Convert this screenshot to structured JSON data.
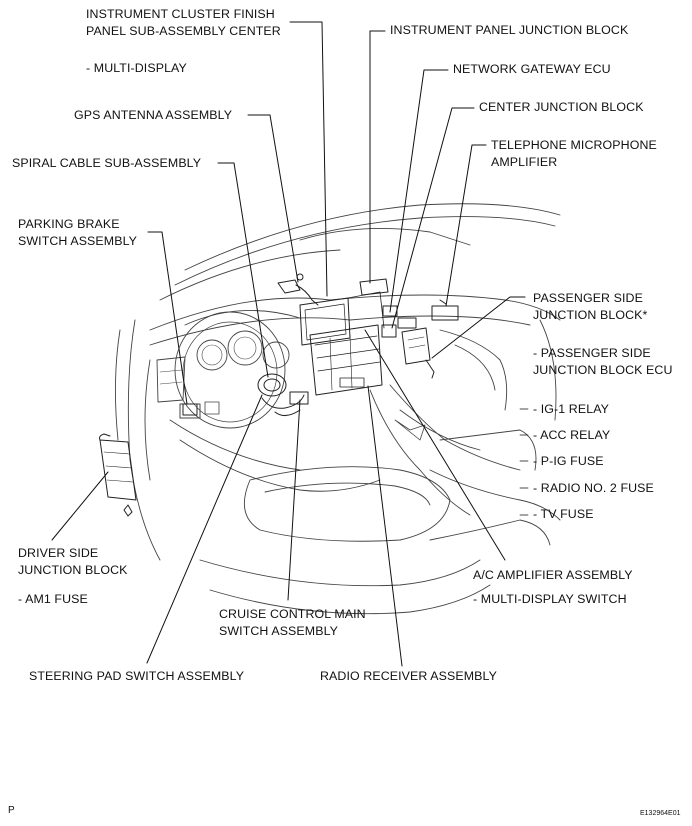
{
  "figure": {
    "left_labels": {
      "instrument_cluster": {
        "line1": "INSTRUMENT CLUSTER FINISH",
        "line2": "PANEL SUB-ASSEMBLY CENTER",
        "sub": "- MULTI-DISPLAY"
      },
      "gps_antenna": "GPS ANTENNA ASSEMBLY",
      "spiral_cable": "SPIRAL CABLE SUB-ASSEMBLY",
      "parking_brake": {
        "line1": "PARKING BRAKE",
        "line2": "SWITCH ASSEMBLY"
      },
      "driver_jb": {
        "line1": "DRIVER SIDE",
        "line2": "JUNCTION BLOCK",
        "sub": "- AM1 FUSE"
      }
    },
    "right_labels": {
      "instrument_panel_jb": "INSTRUMENT PANEL JUNCTION BLOCK",
      "network_gateway": "NETWORK GATEWAY ECU",
      "center_jb": "CENTER JUNCTION BLOCK",
      "telephone_mic": {
        "line1": "TELEPHONE MICROPHONE",
        "line2": "AMPLIFIER"
      },
      "passenger_jb": {
        "line1": "PASSENGER SIDE",
        "line2": "JUNCTION BLOCK*",
        "sub1a": "- PASSENGER SIDE",
        "sub1b": "JUNCTION BLOCK ECU",
        "items": [
          "- IG-1 RELAY",
          "- ACC RELAY",
          "- P-IG FUSE",
          "- RADIO NO. 2 FUSE",
          "- TV FUSE"
        ]
      },
      "ac_amplifier": {
        "line1": "A/C AMPLIFIER ASSEMBLY",
        "sub": "- MULTI-DISPLAY SWITCH"
      }
    },
    "bottom_labels": {
      "cruise_control": {
        "line1": "CRUISE CONTROL MAIN",
        "line2": "SWITCH ASSEMBLY"
      },
      "steering_pad": "STEERING PAD SWITCH ASSEMBLY",
      "radio_receiver": "RADIO RECEIVER ASSEMBLY"
    },
    "footer": {
      "page_letter": "P",
      "figure_id": "E132964E01"
    }
  }
}
